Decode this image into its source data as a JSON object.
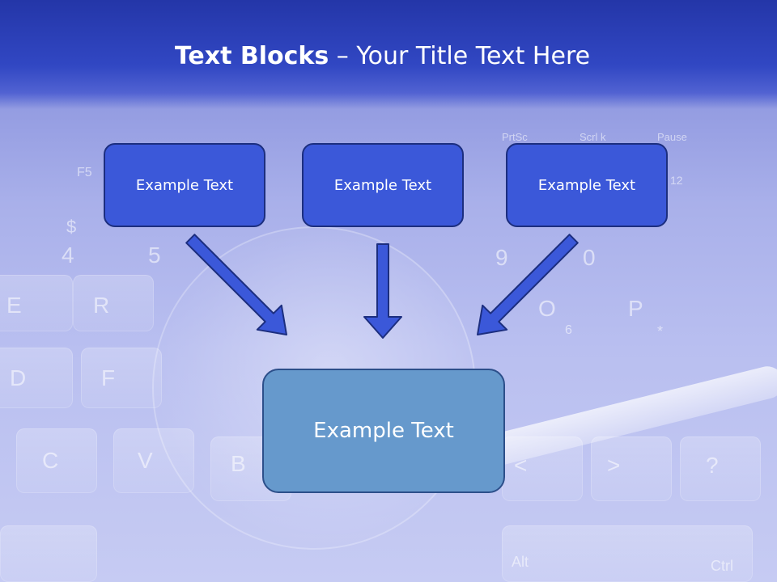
{
  "slide": {
    "title_bold": "Text Blocks",
    "title_dash": " – ",
    "title_rest": "Your Title Text Here",
    "top_boxes": [
      "Example Text",
      "Example Text",
      "Example Text"
    ],
    "bottom_box": "Example Text"
  },
  "colors": {
    "title_band": "#3147c3",
    "small_box_fill": "#3b58d9",
    "small_box_border": "#1c2e7f",
    "arrow_fill": "#3b58d9",
    "big_box_fill": "#6699cc",
    "big_box_border": "#2c4f8a"
  },
  "background": {
    "key_labels": [
      "F5",
      "$",
      "4",
      "5",
      "E",
      "R",
      "D",
      "F",
      "C",
      "V",
      "B",
      "9",
      "0",
      "O",
      "P",
      "?",
      ">",
      "<",
      "Alt",
      "Ctrl",
      "PrtSc",
      "Scrl k",
      "Pause",
      "12",
      "6",
      "*"
    ]
  }
}
